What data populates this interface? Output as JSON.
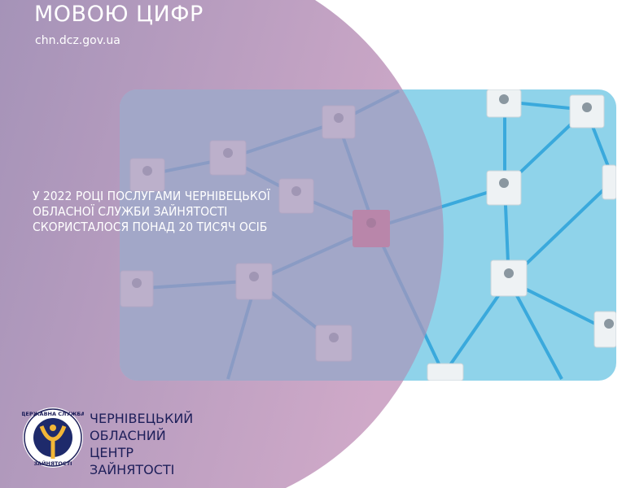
{
  "header": {
    "title": "МОВОЮ ЦИФР",
    "url": "chn.dcz.gov.ua"
  },
  "headline": " У 2022 РОЦІ ПОСЛУГАМИ ЧЕРНІВЕЦЬКОЇ ОБЛАСНОЇ СЛУЖБИ ЗАЙНЯТОСТІ СКОРИСТАЛОСЯ ПОНАД 20 ТИСЯЧ ОСІБ",
  "organization": {
    "lines": [
      "ЧЕРНІВЕЦЬКИЙ",
      "ОБЛАСНИЙ",
      "ЦЕНТР",
      "ЗАЙНЯТОСТІ"
    ]
  },
  "logo": {
    "top_text": "ДЕРЖАВНА СЛУЖБА",
    "bottom_text": "ЗАЙНЯТОСТІ"
  },
  "colors": {
    "purple": "#a996bb",
    "pink": "#cda9c9",
    "sky": "#8fd3ea",
    "navy": "#1e1f5a",
    "accent": "#d86a86"
  }
}
